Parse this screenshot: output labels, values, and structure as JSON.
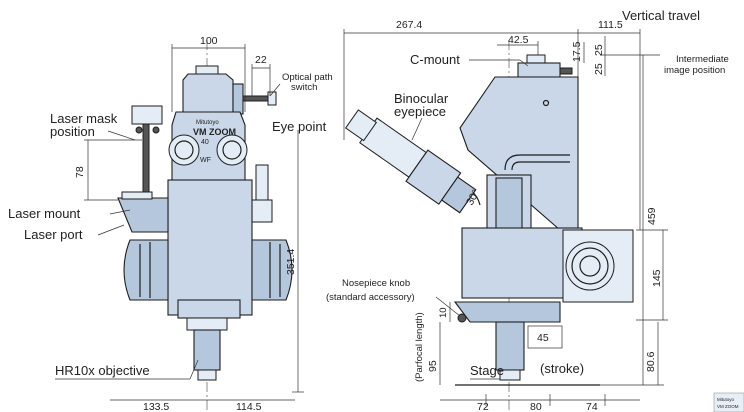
{
  "labels": {
    "vertical_travel": "Vertical travel",
    "intermediate_image_1": "Intermediate",
    "intermediate_image_2": "image position",
    "c_mount": "C-mount",
    "binocular_1": "Binocular",
    "binocular_2": "eyepiece",
    "eye_point": "Eye point",
    "optical_path_1": "Optical path",
    "optical_path_2": "switch",
    "laser_mask_1": "Laser mask",
    "laser_mask_2": "position",
    "laser_mount": "Laser mount",
    "laser_port": "Laser port",
    "nosepiece_1": "Nosepiece knob",
    "nosepiece_2": "(standard accessory)",
    "parfocal": "(Parfocal length)",
    "stage": "Stage",
    "stroke": "(stroke)",
    "objective": "HR10x objective"
  },
  "dimensions": {
    "d100": "100",
    "d22": "22",
    "d78": "78",
    "d351_4": "351.4",
    "d133_5": "133.5",
    "d114_5": "114.5",
    "d267_4": "267.4",
    "d111_5": "111.5",
    "d42_5": "42.5",
    "d17_5": "17.5",
    "d25a": "25",
    "d25b": "25",
    "d30": "30°",
    "d459": "459",
    "d145": "145",
    "d80_6": "80.6",
    "d10": "10",
    "d95": "95",
    "d45": "45",
    "d72": "72",
    "d80": "80",
    "d74": "74"
  },
  "brand": {
    "name": "Mitutoyo",
    "model": "VM ZOOM",
    "zoom": "40",
    "unit": "WF"
  },
  "colors": {
    "body": "#c9d7e8",
    "body_dark": "#b5c7dd",
    "outline": "#1e1e1e"
  }
}
